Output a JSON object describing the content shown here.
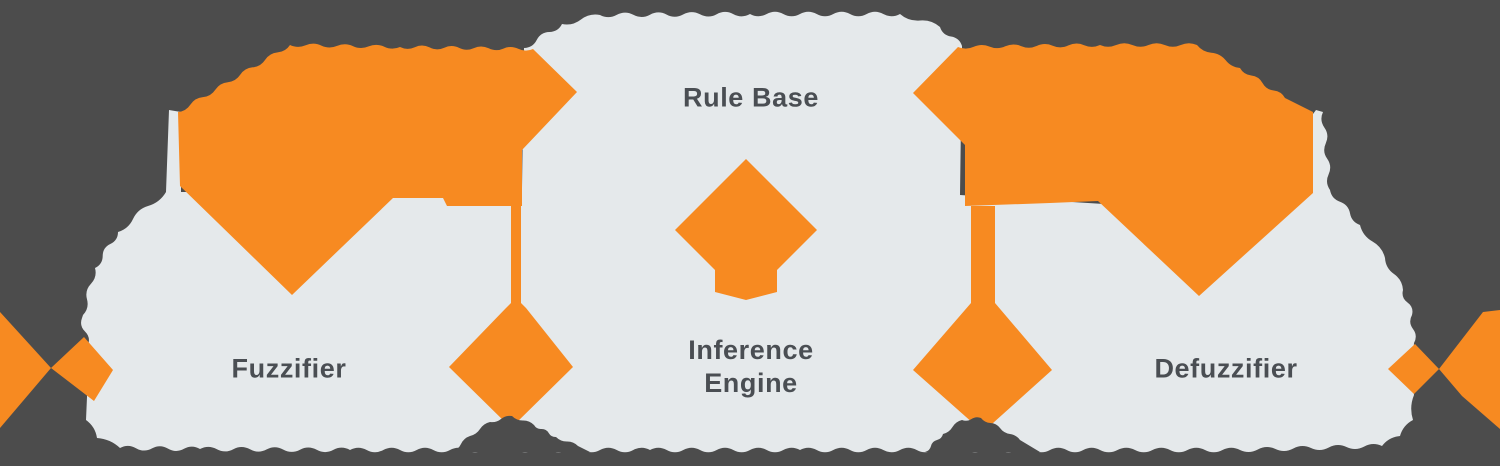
{
  "diagram": {
    "type": "fuzzy-logic-system-block-diagram",
    "blocks": {
      "fuzzifier": {
        "label": "Fuzzifier"
      },
      "rule_base": {
        "label": "Rule Base"
      },
      "inference_engine": {
        "line1": "Inference",
        "line2": "Engine"
      },
      "defuzzifier": {
        "label": "Defuzzifier"
      }
    },
    "arrows": [
      "input-arrow",
      "fuzzifier-top-arrow",
      "fuzzifier-to-inference-diamond-arrow",
      "rule-base-to-inference-diamond-arrow",
      "defuzzifier-top-arrow",
      "inference-to-defuzzifier-diamond-arrow",
      "output-arrow"
    ],
    "colors": {
      "background": "#4C4C4C",
      "block_fill": "#E5E9EB",
      "arrow": "#F78A21",
      "label_text": "#4A4E53"
    }
  }
}
